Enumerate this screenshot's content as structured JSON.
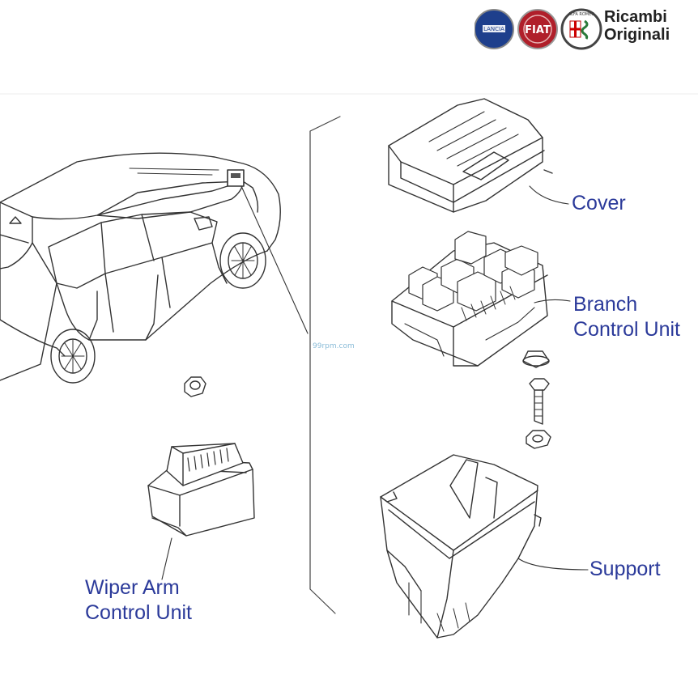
{
  "header": {
    "logos": [
      {
        "name": "lancia-logo",
        "text": "LANCIA"
      },
      {
        "name": "fiat-logo",
        "text": "FIAT"
      },
      {
        "name": "alfa-romeo-logo",
        "text": "ALFA ROMEO"
      }
    ],
    "brand_line1": "Ricambi",
    "brand_line2": "Originali"
  },
  "labels": {
    "cover": "Cover",
    "branch_line1": "Branch",
    "branch_line2": "Control Unit",
    "wiper_line1": "Wiper Arm",
    "wiper_line2": "Control Unit",
    "support": "Support"
  },
  "watermark": "99rpm.com",
  "colors": {
    "label": "#2b3a9a",
    "line": "#333333",
    "lancia": "#1e3f8c",
    "fiat": "#b01f2a",
    "alfa": "#8a1c1c"
  }
}
